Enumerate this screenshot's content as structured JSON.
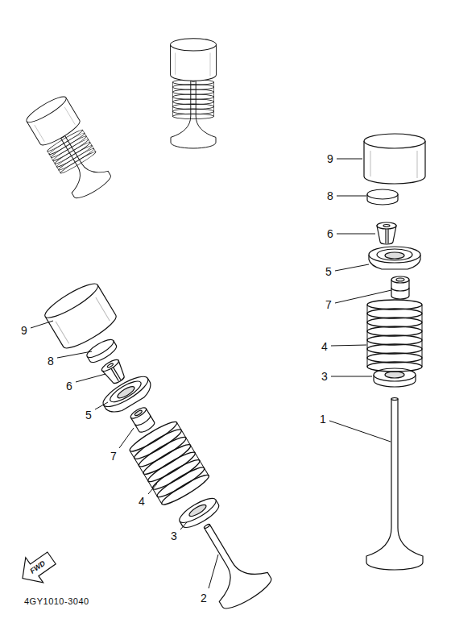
{
  "diagram": {
    "labels": [
      "9",
      "8",
      "6",
      "5",
      "7",
      "4",
      "3",
      "1",
      "9",
      "8",
      "6",
      "5",
      "7",
      "4",
      "3",
      "2",
      "FWD",
      "4GY1010-3040"
    ]
  }
}
